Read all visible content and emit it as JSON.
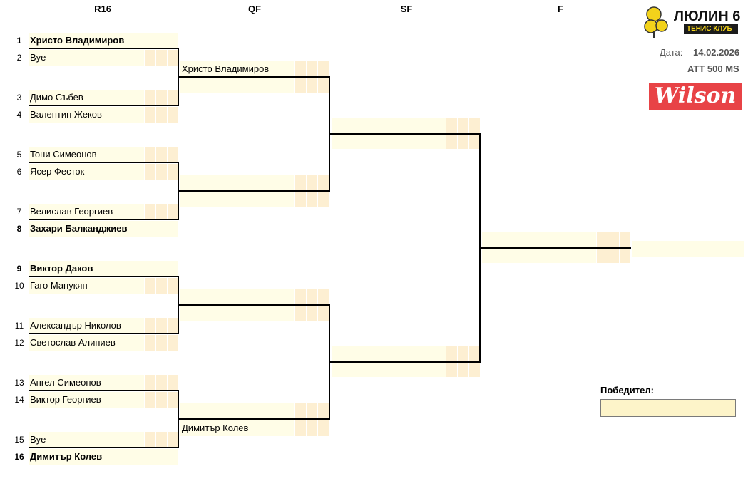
{
  "headers": {
    "r16": "R16",
    "qf": "QF",
    "sf": "SF",
    "f": "F"
  },
  "club": {
    "name": "ЛЮЛИН 6",
    "subtitle": "ТЕНИС КЛУБ"
  },
  "info": {
    "date_label": "Дата:",
    "date_value": "14.02.2026",
    "event": "ATT 500 MS"
  },
  "sponsor": {
    "name": "Wilson"
  },
  "r16": [
    {
      "seed": "1",
      "name": "Христо Владимиров"
    },
    {
      "seed": "2",
      "name": "Bye"
    },
    {
      "seed": "3",
      "name": "Димо Събев"
    },
    {
      "seed": "4",
      "name": "Валентин Жеков"
    },
    {
      "seed": "5",
      "name": "Тони Симеонов"
    },
    {
      "seed": "6",
      "name": "Ясер Фесток"
    },
    {
      "seed": "7",
      "name": "Велислав Георгиев"
    },
    {
      "seed": "8",
      "name": "Захари Балканджиев"
    },
    {
      "seed": "9",
      "name": "Виктор Даков"
    },
    {
      "seed": "10",
      "name": "Гаго Манукян"
    },
    {
      "seed": "11",
      "name": "Александър Николов"
    },
    {
      "seed": "12",
      "name": "Светослав Алипиев"
    },
    {
      "seed": "13",
      "name": "Ангел Симеонов"
    },
    {
      "seed": "14",
      "name": "Виктор Георгиев"
    },
    {
      "seed": "15",
      "name": "Bye"
    },
    {
      "seed": "16",
      "name": "Димитър Колев"
    }
  ],
  "qf": [
    "Христо Владимиров",
    "",
    "",
    "",
    "",
    "",
    "",
    "Димитър Колев"
  ],
  "winner": {
    "label": "Победител:",
    "value": ""
  }
}
